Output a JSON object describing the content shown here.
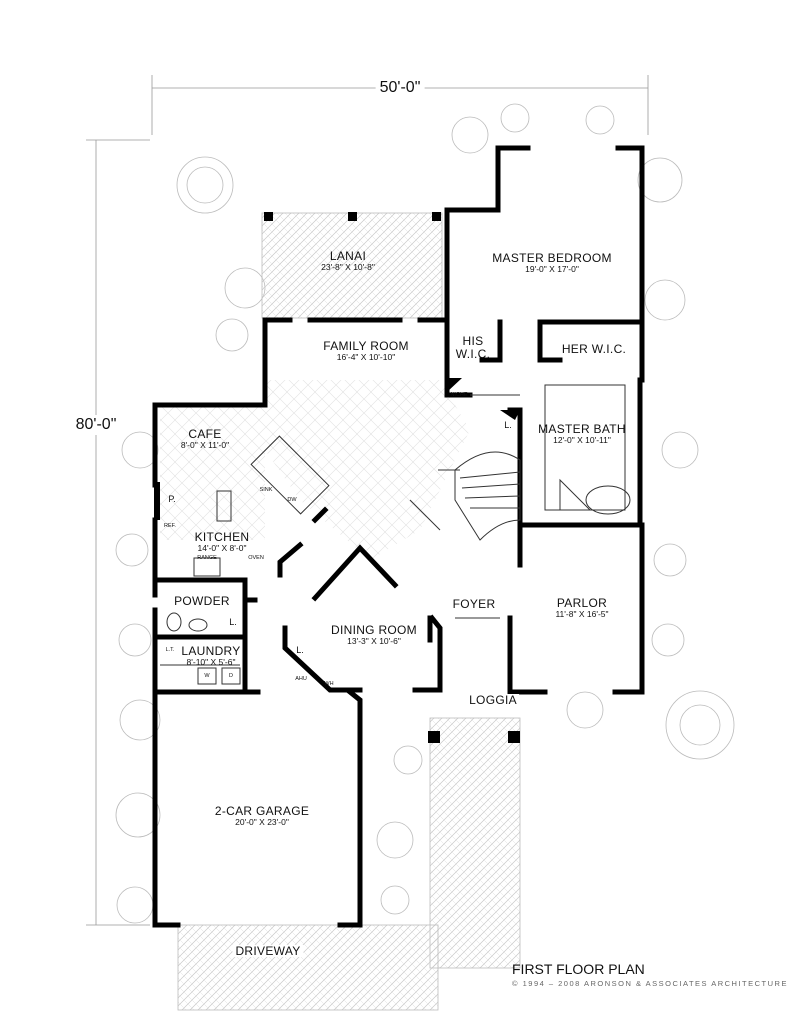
{
  "dimensions": {
    "width": "50'-0\"",
    "depth": "80'-0\""
  },
  "rooms": {
    "lanai": {
      "name": "LANAI",
      "size": "23'-8\" X 10'-8\""
    },
    "master_bedroom": {
      "name": "MASTER BEDROOM",
      "size": "19'-0\" X 17'-0\""
    },
    "family_room": {
      "name": "FAMILY ROOM",
      "size": "16'-4\" X 10'-10\""
    },
    "his_wic": {
      "name_line1": "HIS",
      "name_line2": "W.I.C."
    },
    "her_wic": {
      "name": "HER W.I.C."
    },
    "cafe": {
      "name": "CAFE",
      "size": "8'-0\" X 11'-0\""
    },
    "master_bath": {
      "name": "MASTER BATH",
      "size": "12'-0\" X 10'-11\""
    },
    "kitchen": {
      "name": "KITCHEN",
      "size": "14'-0\" X 8'-0\""
    },
    "powder": {
      "name": "POWDER"
    },
    "dining_room": {
      "name": "DINING ROOM",
      "size": "13'-3\" X 10'-6\""
    },
    "foyer": {
      "name": "FOYER"
    },
    "parlor": {
      "name": "PARLOR",
      "size": "11'-8\" X 16'-5\""
    },
    "laundry": {
      "name": "LAUNDRY",
      "size": "8'-10\" X 5'-6\""
    },
    "loggia": {
      "name": "LOGGIA"
    },
    "garage": {
      "name": "2-CAR GARAGE",
      "size": "20'-0\" X 23'-0\""
    },
    "driveway": {
      "name": "DRIVEWAY"
    }
  },
  "fixtures": {
    "pantry": "P.",
    "linen": "L.",
    "sink": "SINK",
    "dw": "DW",
    "ref": "REF.",
    "range": "RANGE",
    "oven": "OVEN",
    "lt": "L.T.",
    "washer": "W",
    "dryer": "D",
    "ahu": "AHU",
    "wh": "WH",
    "niche": "NICHE"
  },
  "title": "FIRST FLOOR PLAN",
  "copyright": "© 1994 – 2008 ARONSON & ASSOCIATES ARCHITECTURE"
}
